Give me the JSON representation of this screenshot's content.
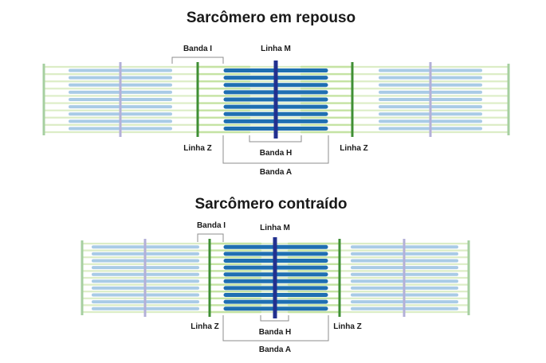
{
  "panels": [
    {
      "title": "Sarcômero em repouso",
      "labels": {
        "banda_i": "Banda I",
        "linha_m": "Linha M",
        "linha_z_left": "Linha Z",
        "linha_z_right": "Linha Z",
        "banda_h": "Banda H",
        "banda_a": "Banda A"
      }
    },
    {
      "title": "Sarcômero contraído",
      "labels": {
        "banda_i": "Banda I",
        "linha_m": "Linha M",
        "linha_z_left": "Linha Z",
        "linha_z_right": "Linha Z",
        "banda_h": "Banda H",
        "banda_a": "Banda A"
      }
    }
  ],
  "colors": {
    "actin": "#c5e3a3",
    "actin_light": "#dcedc6",
    "myosin": "#1f6fb2",
    "myosin_faded": "#a9cbe6",
    "z_line": "#3f8f34",
    "z_line_faded": "#a6cfa0",
    "m_line": "#22318f",
    "m_line_faded": "#b3b0d8",
    "bracket": "#8c8c8c",
    "text": "#1a1a1a"
  }
}
